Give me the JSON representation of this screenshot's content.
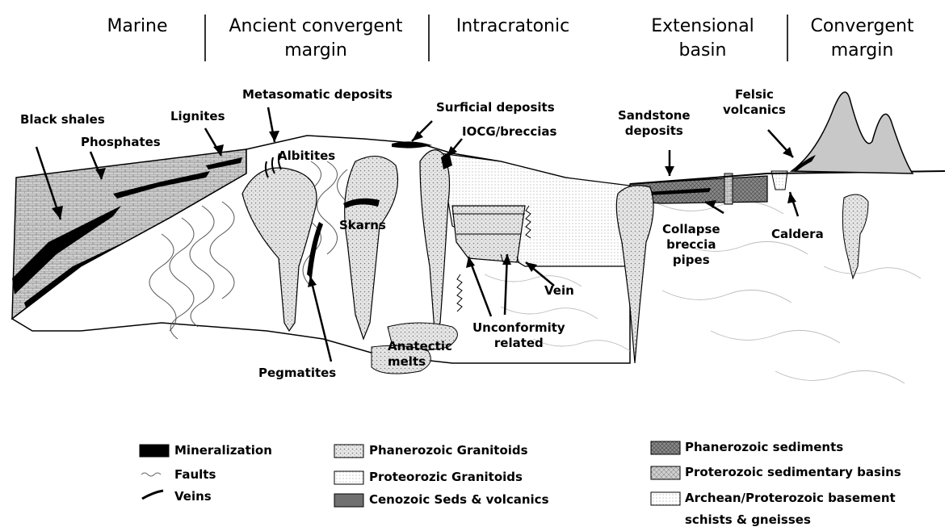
{
  "headers": {
    "marine": "Marine",
    "ancient_convergent_1": "Ancient convergent",
    "ancient_convergent_2": "margin",
    "intracratonic": "Intracratonic",
    "extensional_1": "Extensional",
    "extensional_2": "basin",
    "convergent_1": "Convergent",
    "convergent_2": "margin"
  },
  "labels": {
    "black_shales": "Black shales",
    "phosphates": "Phosphates",
    "lignites": "Lignites",
    "metasomatic": "Metasomatic deposits",
    "albitites": "Albitites",
    "surficial": "Surficial deposits",
    "iocg": "IOCG/breccias",
    "sandstone_1": "Sandstone",
    "sandstone_2": "deposits",
    "felsic_1": "Felsic",
    "felsic_2": "volcanics",
    "skarns": "Skarns",
    "collapse_1": "Collapse",
    "collapse_2": "breccia",
    "collapse_3": "pipes",
    "caldera": "Caldera",
    "vein": "Vein",
    "unconformity_1": "Unconformity",
    "unconformity_2": "related",
    "anatectic_1": "Anatectic",
    "anatectic_2": "melts",
    "pegmatites": "Pegmatites"
  },
  "legend": {
    "mineralization": "Mineralization",
    "faults": "Faults",
    "veins": "Veins",
    "phanerozoic_granitoids": "Phanerozoic Granitoids",
    "proterozoic_granitoids": "Proteorozic Granitoids",
    "cenozoic": "Cenozoic Seds & volcanics",
    "phanerozoic_sediments": "Phanerozoic sediments",
    "proterozoic_basins": "Proterozoic sedimentary basins",
    "archean_1": "Archean/Proterozoic basement",
    "archean_2": "schists & gneisses"
  },
  "colors": {
    "mineralization": "#000000",
    "sediment_fill": "#c8c8c8",
    "granitoid_fill": "#dcdcdc",
    "cenozoic_fill": "#707070",
    "basin_fill": "#e0e0e0"
  }
}
